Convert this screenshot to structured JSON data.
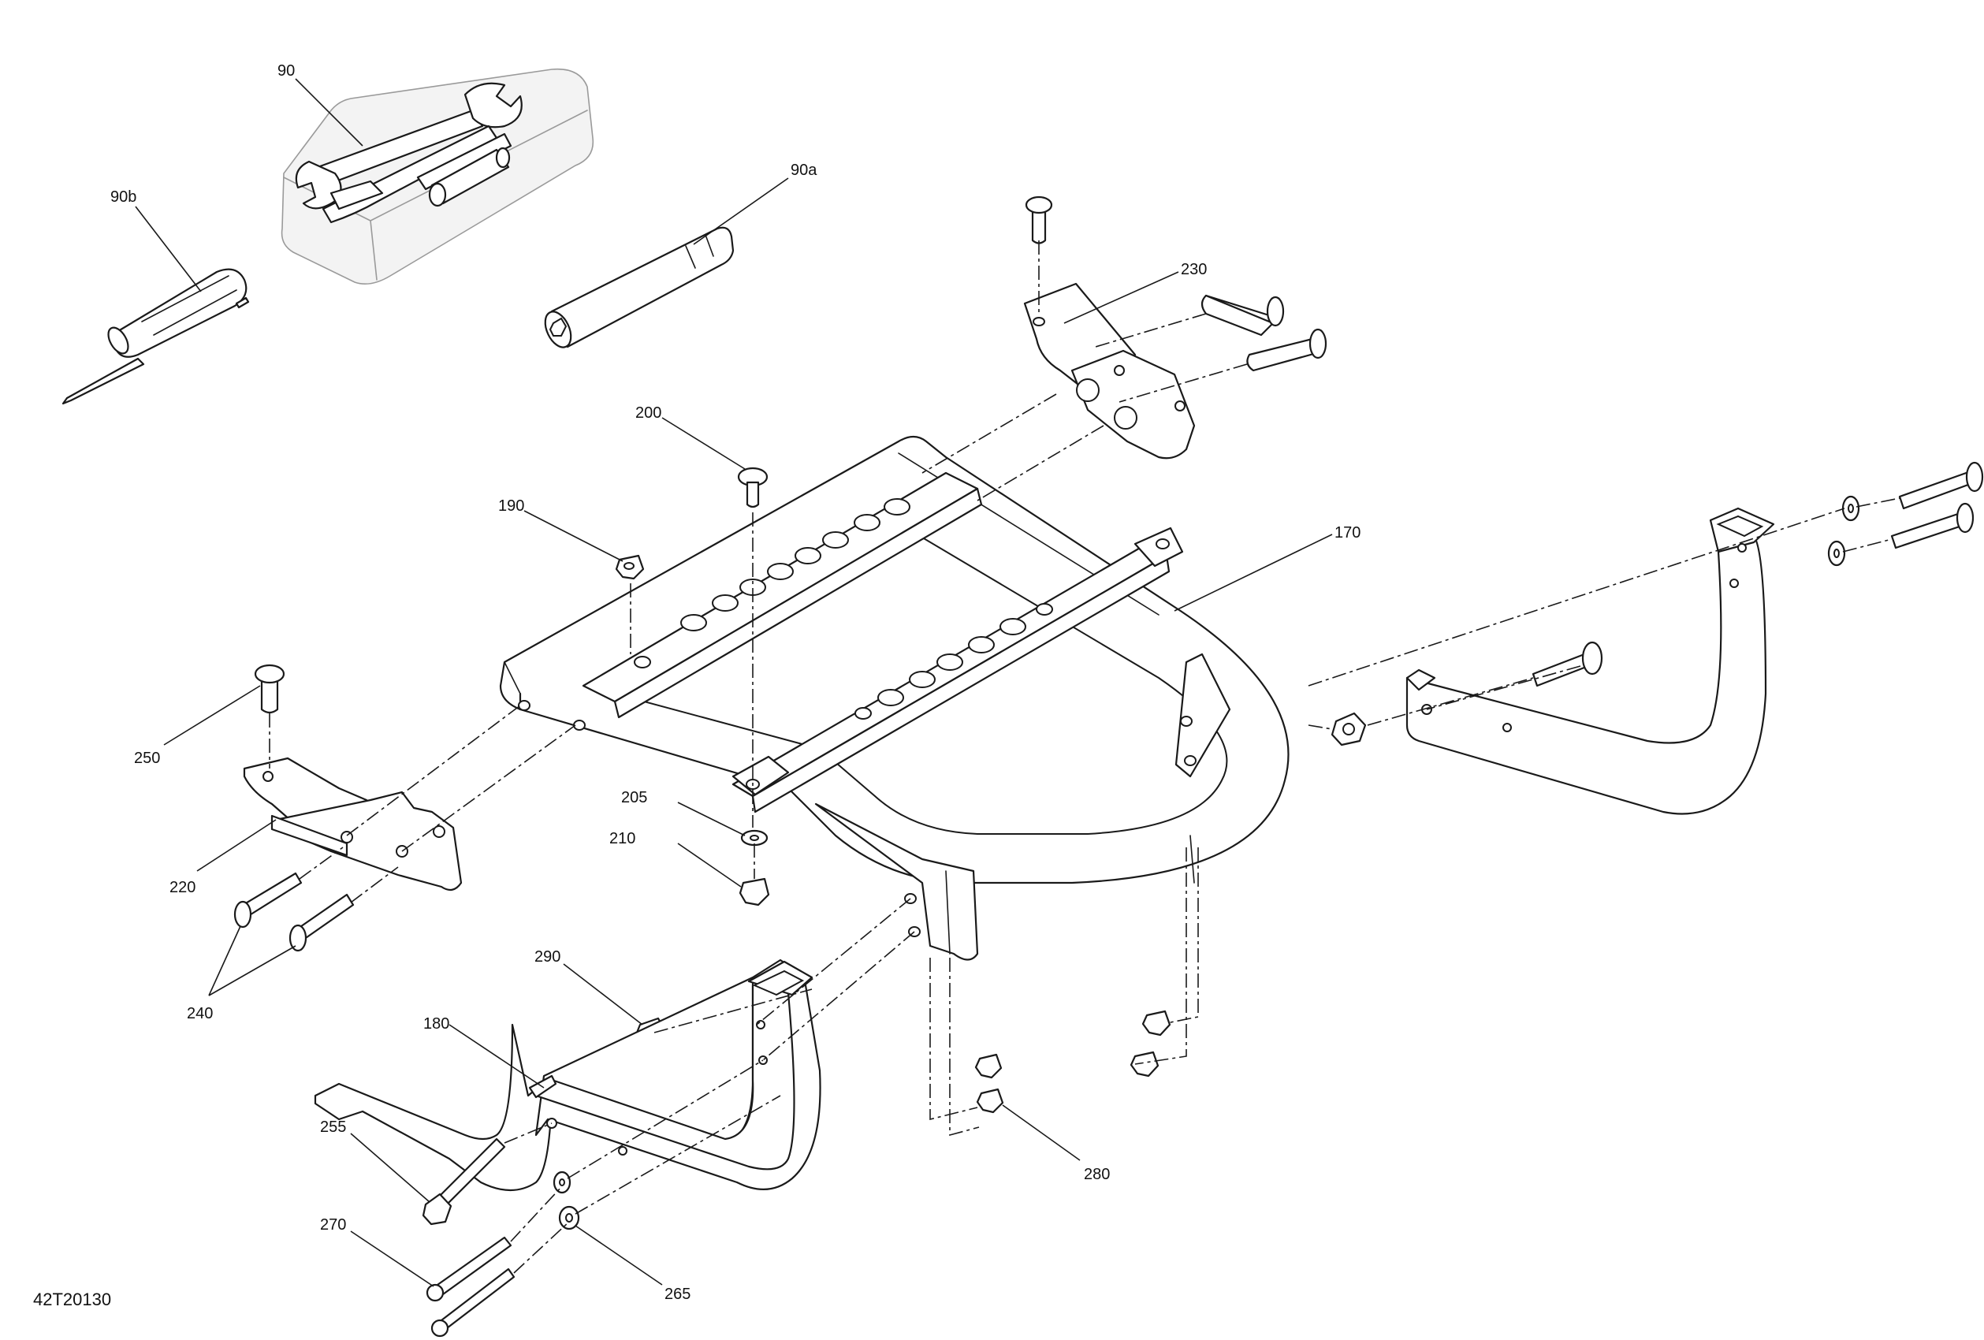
{
  "diagram": {
    "drawing_code": "42T20130",
    "part_numbers": {
      "p90": "90",
      "p90a": "90a",
      "p90b": "90b",
      "p170": "170",
      "p180": "180",
      "p190": "190",
      "p200": "200",
      "p205": "205",
      "p210": "210",
      "p220": "220",
      "p230": "230",
      "p240": "240",
      "p250": "250",
      "p255": "255",
      "p265": "265",
      "p270": "270",
      "p280": "280",
      "p290": "290"
    },
    "colors": {
      "line": "#1a1a1a",
      "background": "#ffffff",
      "ghost_box": "#f3f3f3"
    }
  }
}
